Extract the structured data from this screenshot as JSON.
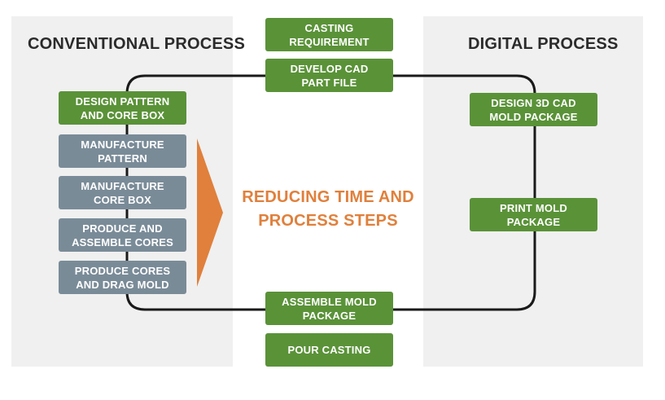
{
  "titles": {
    "conventional": "CONVENTIONAL PROCESS",
    "digital": "DIGITAL PROCESS"
  },
  "shared_steps": {
    "casting_requirement": "CASTING\nREQUIREMENT",
    "develop_cad": "DEVELOP CAD\nPART FILE",
    "assemble_mold": "ASSEMBLE MOLD\nPACKAGE",
    "pour_casting": "POUR CASTING"
  },
  "conventional_steps": {
    "design_pattern": "DESIGN PATTERN\nAND CORE BOX",
    "manufacture_pattern": "MANUFACTURE\nPATTERN",
    "manufacture_core_box": "MANUFACTURE\nCORE BOX",
    "produce_assemble_cores": "PRODUCE AND\nASSEMBLE CORES",
    "produce_cores_drag": "PRODUCE CORES\nAND DRAG MOLD"
  },
  "digital_steps": {
    "design_3d_cad": "DESIGN 3D CAD\nMOLD PACKAGE",
    "print_mold": "PRINT MOLD\nPACKAGE"
  },
  "center_message": "REDUCING TIME AND\nPROCESS STEPS",
  "colors": {
    "green_box": "#5a9238",
    "gray_box": "#7a8b98",
    "accent_orange": "#e0803c",
    "panel_bg": "#f0f0f0",
    "flow_line": "#1a1a1a"
  }
}
